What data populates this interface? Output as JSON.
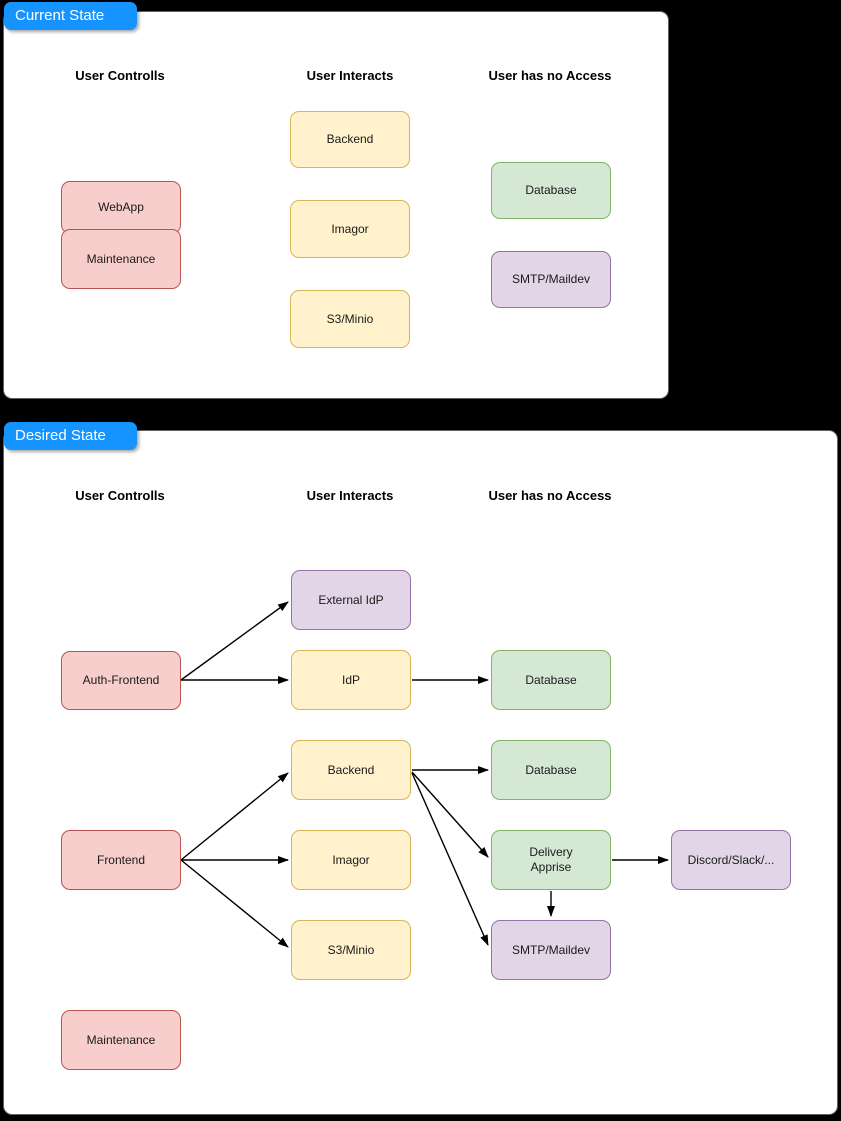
{
  "palette": {
    "page_background": "#000000",
    "panel_background": "#ffffff",
    "tab_blue": "#1593ff",
    "arrow_color": "#000000",
    "node_red_fill": "#f8cecc",
    "node_red_border": "#b85450",
    "node_yellow_fill": "#fff2cc",
    "node_yellow_border": "#d6b656",
    "node_green_fill": "#d5e8d4",
    "node_green_border": "#82b366",
    "node_purple_fill": "#e1d5e7",
    "node_purple_border": "#9673a6"
  },
  "current_state": {
    "title": "Current State",
    "columns": [
      "User Controlls",
      "User Interacts",
      "User has no Access"
    ],
    "nodes": {
      "webapp": "WebApp",
      "maintenance": "Maintenance",
      "backend": "Backend",
      "imagor": "Imagor",
      "s3_minio": "S3/Minio",
      "database": "Database",
      "smtp_maildev": "SMTP/Maildev"
    }
  },
  "desired_state": {
    "title": "Desired State",
    "columns": [
      "User Controlls",
      "User Interacts",
      "User has no Access"
    ],
    "nodes": {
      "auth_frontend": "Auth-Frontend",
      "external_idp": "External IdP",
      "idp": "IdP",
      "frontend": "Frontend",
      "backend": "Backend",
      "imagor": "Imagor",
      "s3_minio": "S3/Minio",
      "database_idp": "Database",
      "database_backend": "Database",
      "delivery_apprise": "Delivery\nApprise",
      "discord_slack": "Discord/Slack/...",
      "smtp_maildev": "SMTP/Maildev",
      "maintenance": "Maintenance"
    },
    "edges": [
      {
        "from": "Auth-Frontend",
        "to": "External IdP"
      },
      {
        "from": "Auth-Frontend",
        "to": "IdP"
      },
      {
        "from": "IdP",
        "to": "Database"
      },
      {
        "from": "Frontend",
        "to": "Backend"
      },
      {
        "from": "Frontend",
        "to": "Imagor"
      },
      {
        "from": "Frontend",
        "to": "S3/Minio"
      },
      {
        "from": "Backend",
        "to": "Database"
      },
      {
        "from": "Backend",
        "to": "Delivery Apprise"
      },
      {
        "from": "Backend",
        "to": "SMTP/Maildev"
      },
      {
        "from": "Delivery Apprise",
        "to": "Discord/Slack/..."
      },
      {
        "from": "Delivery Apprise",
        "to": "SMTP/Maildev"
      }
    ]
  }
}
